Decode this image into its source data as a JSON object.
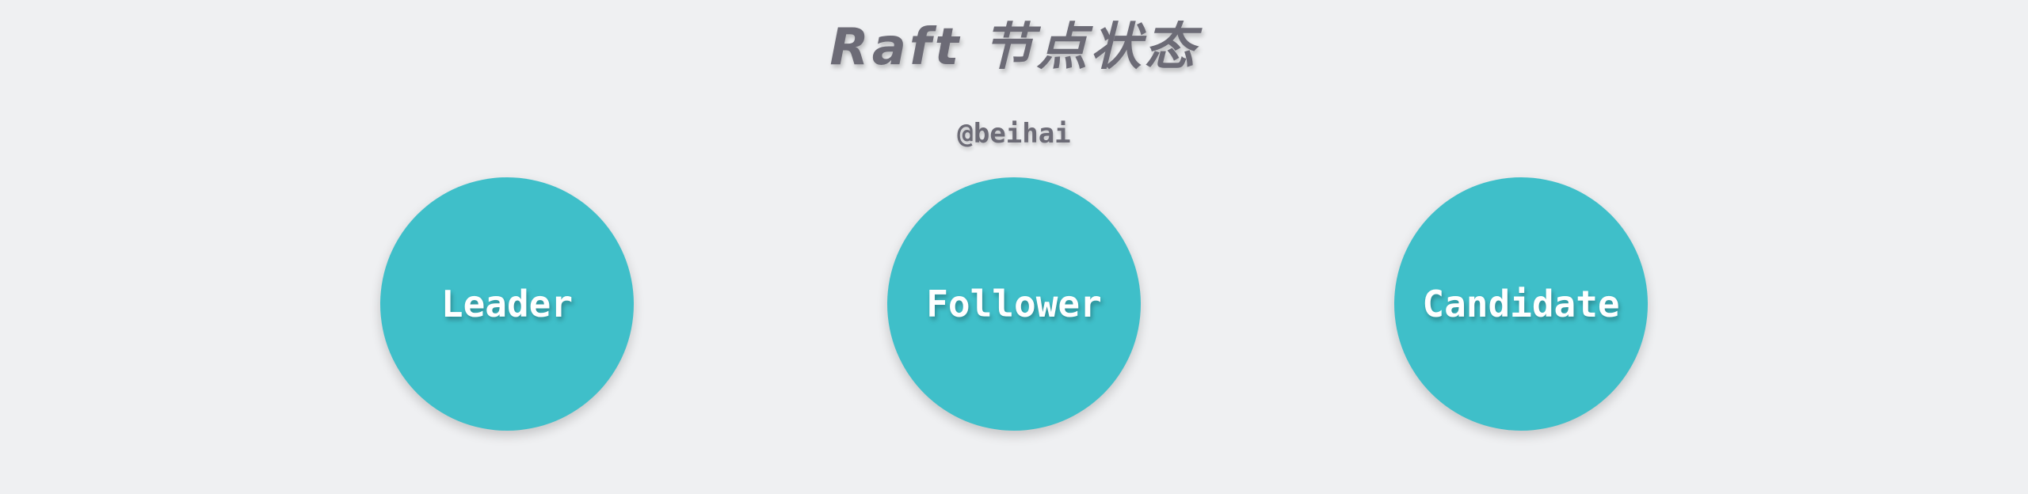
{
  "title": "Raft 节点状态",
  "author": "@beihai",
  "colors": {
    "background": "#eff0f2",
    "text": "#6c6b76",
    "node_fill": "#3fbfc9",
    "node_text": "#ffffff"
  },
  "nodes": [
    {
      "label": "Leader"
    },
    {
      "label": "Follower"
    },
    {
      "label": "Candidate"
    }
  ]
}
